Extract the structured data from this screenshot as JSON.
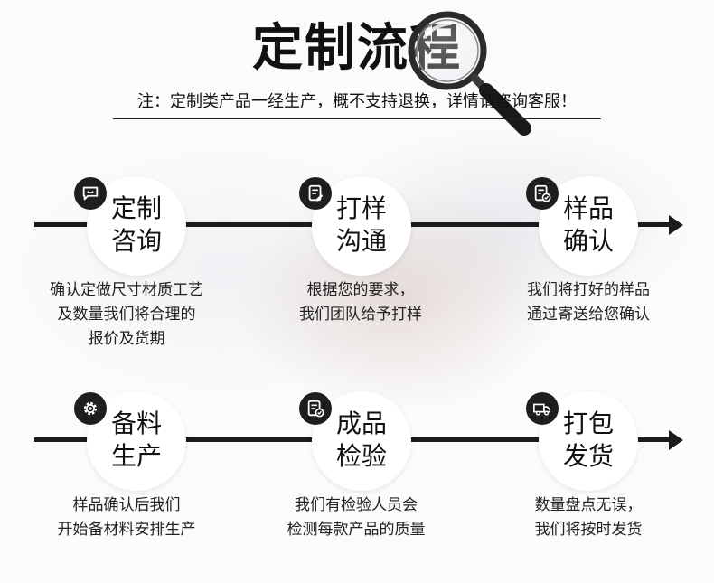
{
  "header": {
    "title": "定制流程",
    "note": "注：定制类产品一经生产，概不支持退换，详情请咨询客服！"
  },
  "steps": [
    {
      "line1": "定制",
      "line2": "咨询",
      "icon": "chat-icon",
      "desc": [
        "确认定做尺寸材质工艺",
        "及数量我们将合理的",
        "报价及货期"
      ]
    },
    {
      "line1": "打样",
      "line2": "沟通",
      "icon": "edit-document-icon",
      "desc": [
        "根据您的要求，",
        "我们团队给予打样"
      ]
    },
    {
      "line1": "样品",
      "line2": "确认",
      "icon": "checked-document-icon",
      "desc": [
        "我们将打好的样品",
        "通过寄送给您确认"
      ]
    },
    {
      "line1": "备料",
      "line2": "生产",
      "icon": "gear-icon",
      "desc": [
        "样品确认后我们",
        "开始备材料安排生产"
      ]
    },
    {
      "line1": "成品",
      "line2": "检验",
      "icon": "inspection-document-icon",
      "desc": [
        "我们有检验人员会",
        "检测每款产品的质量"
      ]
    },
    {
      "line1": "打包",
      "line2": "发货",
      "icon": "delivery-truck-icon",
      "desc": [
        "数量盘点无误，",
        "我们将按时发货"
      ]
    }
  ]
}
